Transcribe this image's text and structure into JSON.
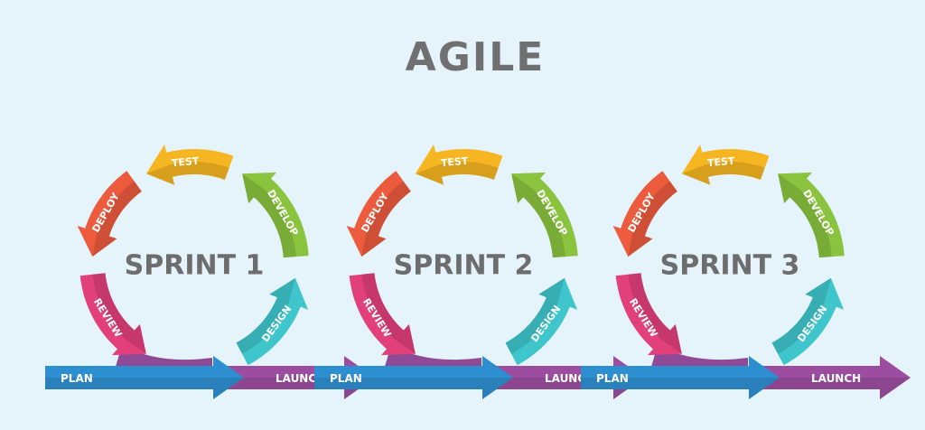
{
  "title": "AGILE",
  "colors": {
    "background": "#e5f3fa",
    "title": "#707070",
    "sprint_label": "#6d6d6d",
    "test": "#f6b622",
    "develop": "#8ac43e",
    "design": "#3ec6cc",
    "review": "#e2407a",
    "deploy": "#ec5b3e",
    "plan": "#2e8fd0",
    "launch": "#9c4da0",
    "plan_tail": "#8f4a97"
  },
  "stages": {
    "test": "TEST",
    "develop": "DEVELOP",
    "design": "DESIGN",
    "review": "REVIEW",
    "deploy": "DEPLOY",
    "plan": "PLAN",
    "launch": "LAUNCH"
  },
  "sprints": [
    {
      "label": "SPRINT 1"
    },
    {
      "label": "SPRINT 2"
    },
    {
      "label": "SPRINT 3"
    }
  ]
}
